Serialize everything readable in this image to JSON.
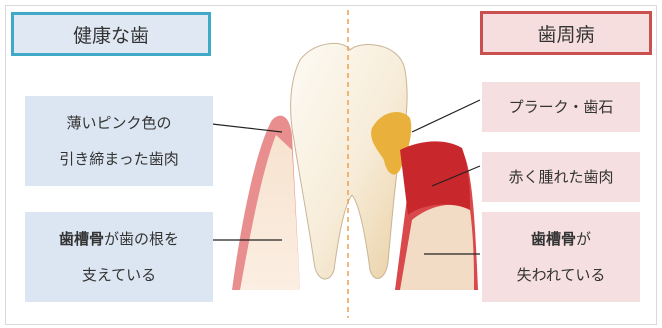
{
  "titles": {
    "healthy": "健康な歯",
    "disease": "歯周病"
  },
  "left_labels": {
    "gums_line1": "薄いピンク色の",
    "gums_line2": "引き締まった歯肉",
    "bone_bold": "歯槽骨",
    "bone_rest": "が歯の根を",
    "bone_line2": "支えている"
  },
  "right_labels": {
    "plaque": "プラーク・歯石",
    "swollen": "赤く腫れた歯肉",
    "bone_bold": "歯槽骨",
    "bone_rest": "が",
    "bone_line2": "失われている"
  },
  "colors": {
    "healthy_accent": "#41a9c8",
    "disease_accent": "#c9504f",
    "divider": "#f0a050"
  }
}
